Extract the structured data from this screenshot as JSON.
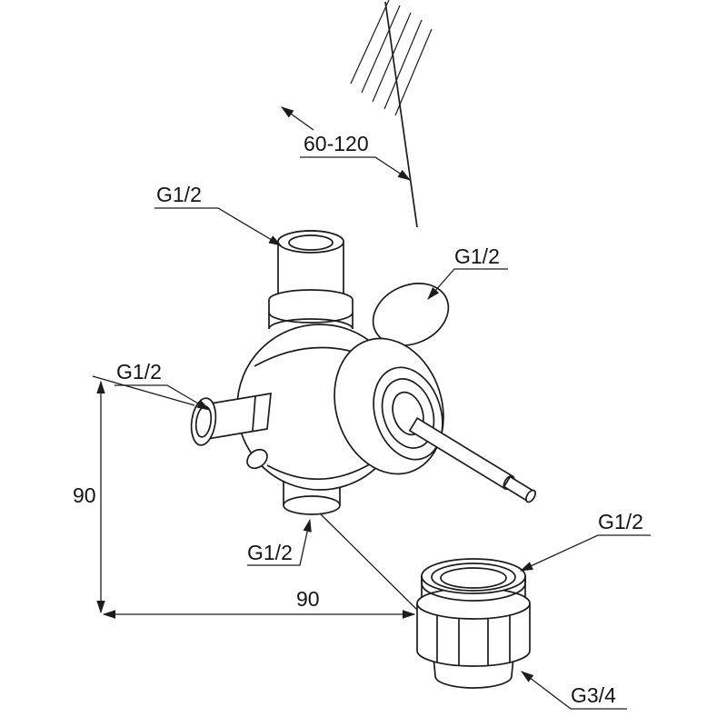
{
  "page": {
    "background": "#ffffff",
    "line_color": "#1c1c1c"
  },
  "drawing": {
    "type": "valve-installation-diagram",
    "labels": {
      "wall_distance": "60-120",
      "top_port": "G1/2",
      "rear_port": "G1/2",
      "left_port": "G1/2",
      "bottom_port": "G1/2",
      "height": "90",
      "width": "90",
      "adapter_inlet": "G1/2",
      "adapter_thread": "G3/4"
    }
  }
}
